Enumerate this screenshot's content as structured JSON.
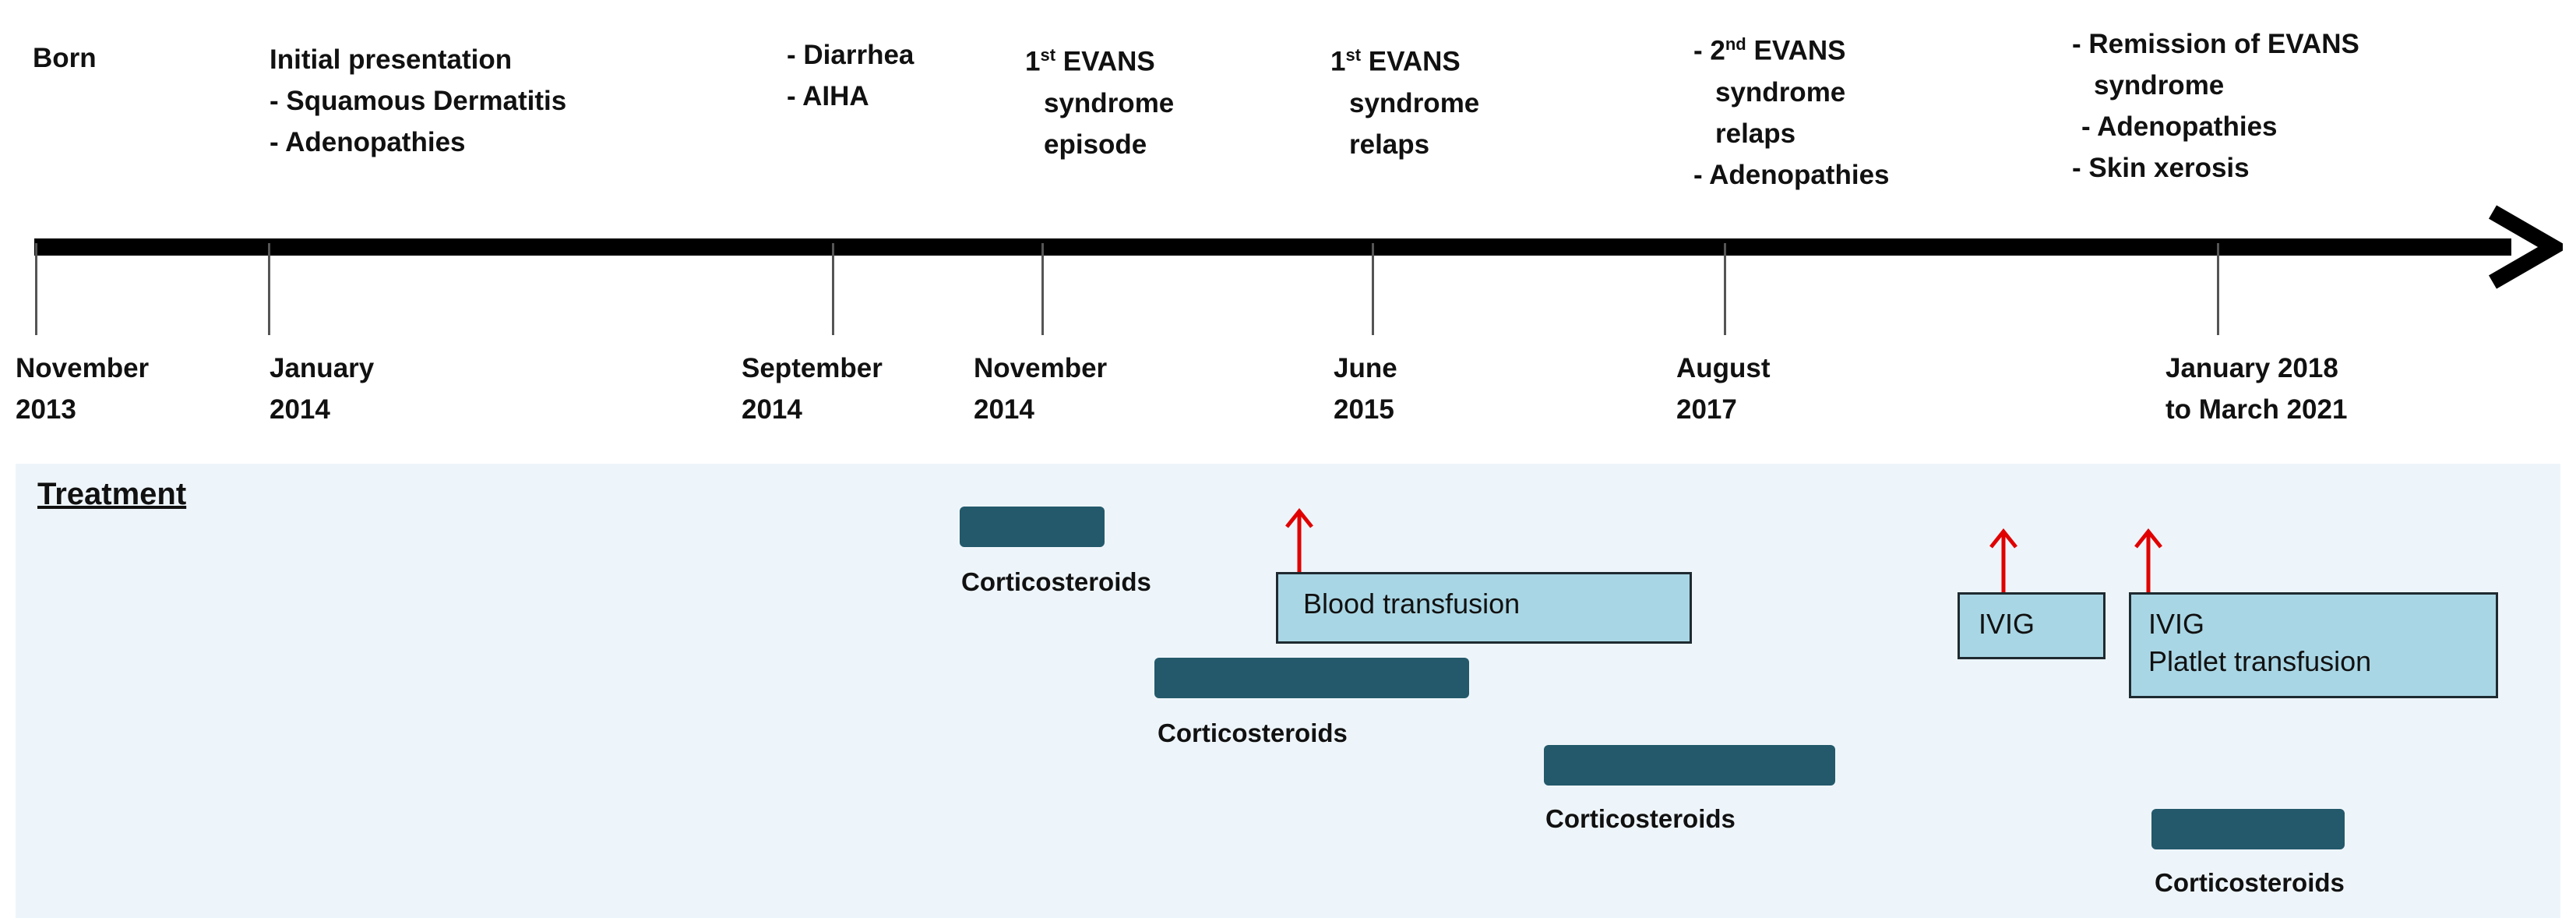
{
  "events": [
    {
      "id": "born",
      "lines": [
        "Born"
      ]
    },
    {
      "id": "jan2014",
      "lines": [
        "Initial presentation",
        "- Squamous Dermatitis",
        "- Adenopathies"
      ]
    },
    {
      "id": "sep2014",
      "lines": [
        "- Diarrhea",
        "- AIHA"
      ]
    },
    {
      "id": "nov2014",
      "lines": [
        "1st EVANS",
        "syndrome",
        "episode"
      ]
    },
    {
      "id": "jun2015",
      "lines": [
        "1st EVANS",
        "syndrome",
        "relaps"
      ]
    },
    {
      "id": "aug2017",
      "lines": [
        "- 2nd EVANS",
        "syndrome",
        "relaps",
        "- Adenopathies"
      ]
    },
    {
      "id": "jan2018",
      "lines": [
        "- Remission of EVANS",
        "syndrome",
        "- Adenopathies",
        "- Skin xerosis"
      ]
    }
  ],
  "dates": [
    {
      "id": "nov2013",
      "lines": [
        "November",
        "2013"
      ]
    },
    {
      "id": "jan2014",
      "lines": [
        "January",
        "2014"
      ]
    },
    {
      "id": "sep2014",
      "lines": [
        "September",
        "2014"
      ]
    },
    {
      "id": "nov2014",
      "lines": [
        "November",
        "2014"
      ]
    },
    {
      "id": "jun2015",
      "lines": [
        "June",
        "2015"
      ]
    },
    {
      "id": "aug2017",
      "lines": [
        "August",
        "2017"
      ]
    },
    {
      "id": "jan2018",
      "lines": [
        "January  2018",
        "to  March 2021"
      ]
    }
  ],
  "treatment": {
    "heading": "Treatment",
    "corticosteroids_label": "Corticosteroids",
    "blood_transfusion": "Blood transfusion",
    "ivig": "IVIG",
    "ivig_platelet": [
      "IVIG",
      "Platlet transfusion"
    ]
  },
  "colors": {
    "dark_bar": "#23596b",
    "light_box": "#a9d6e4",
    "panel": "#eef5fa",
    "arrow_red": "#e00000",
    "axis": "#000000"
  }
}
